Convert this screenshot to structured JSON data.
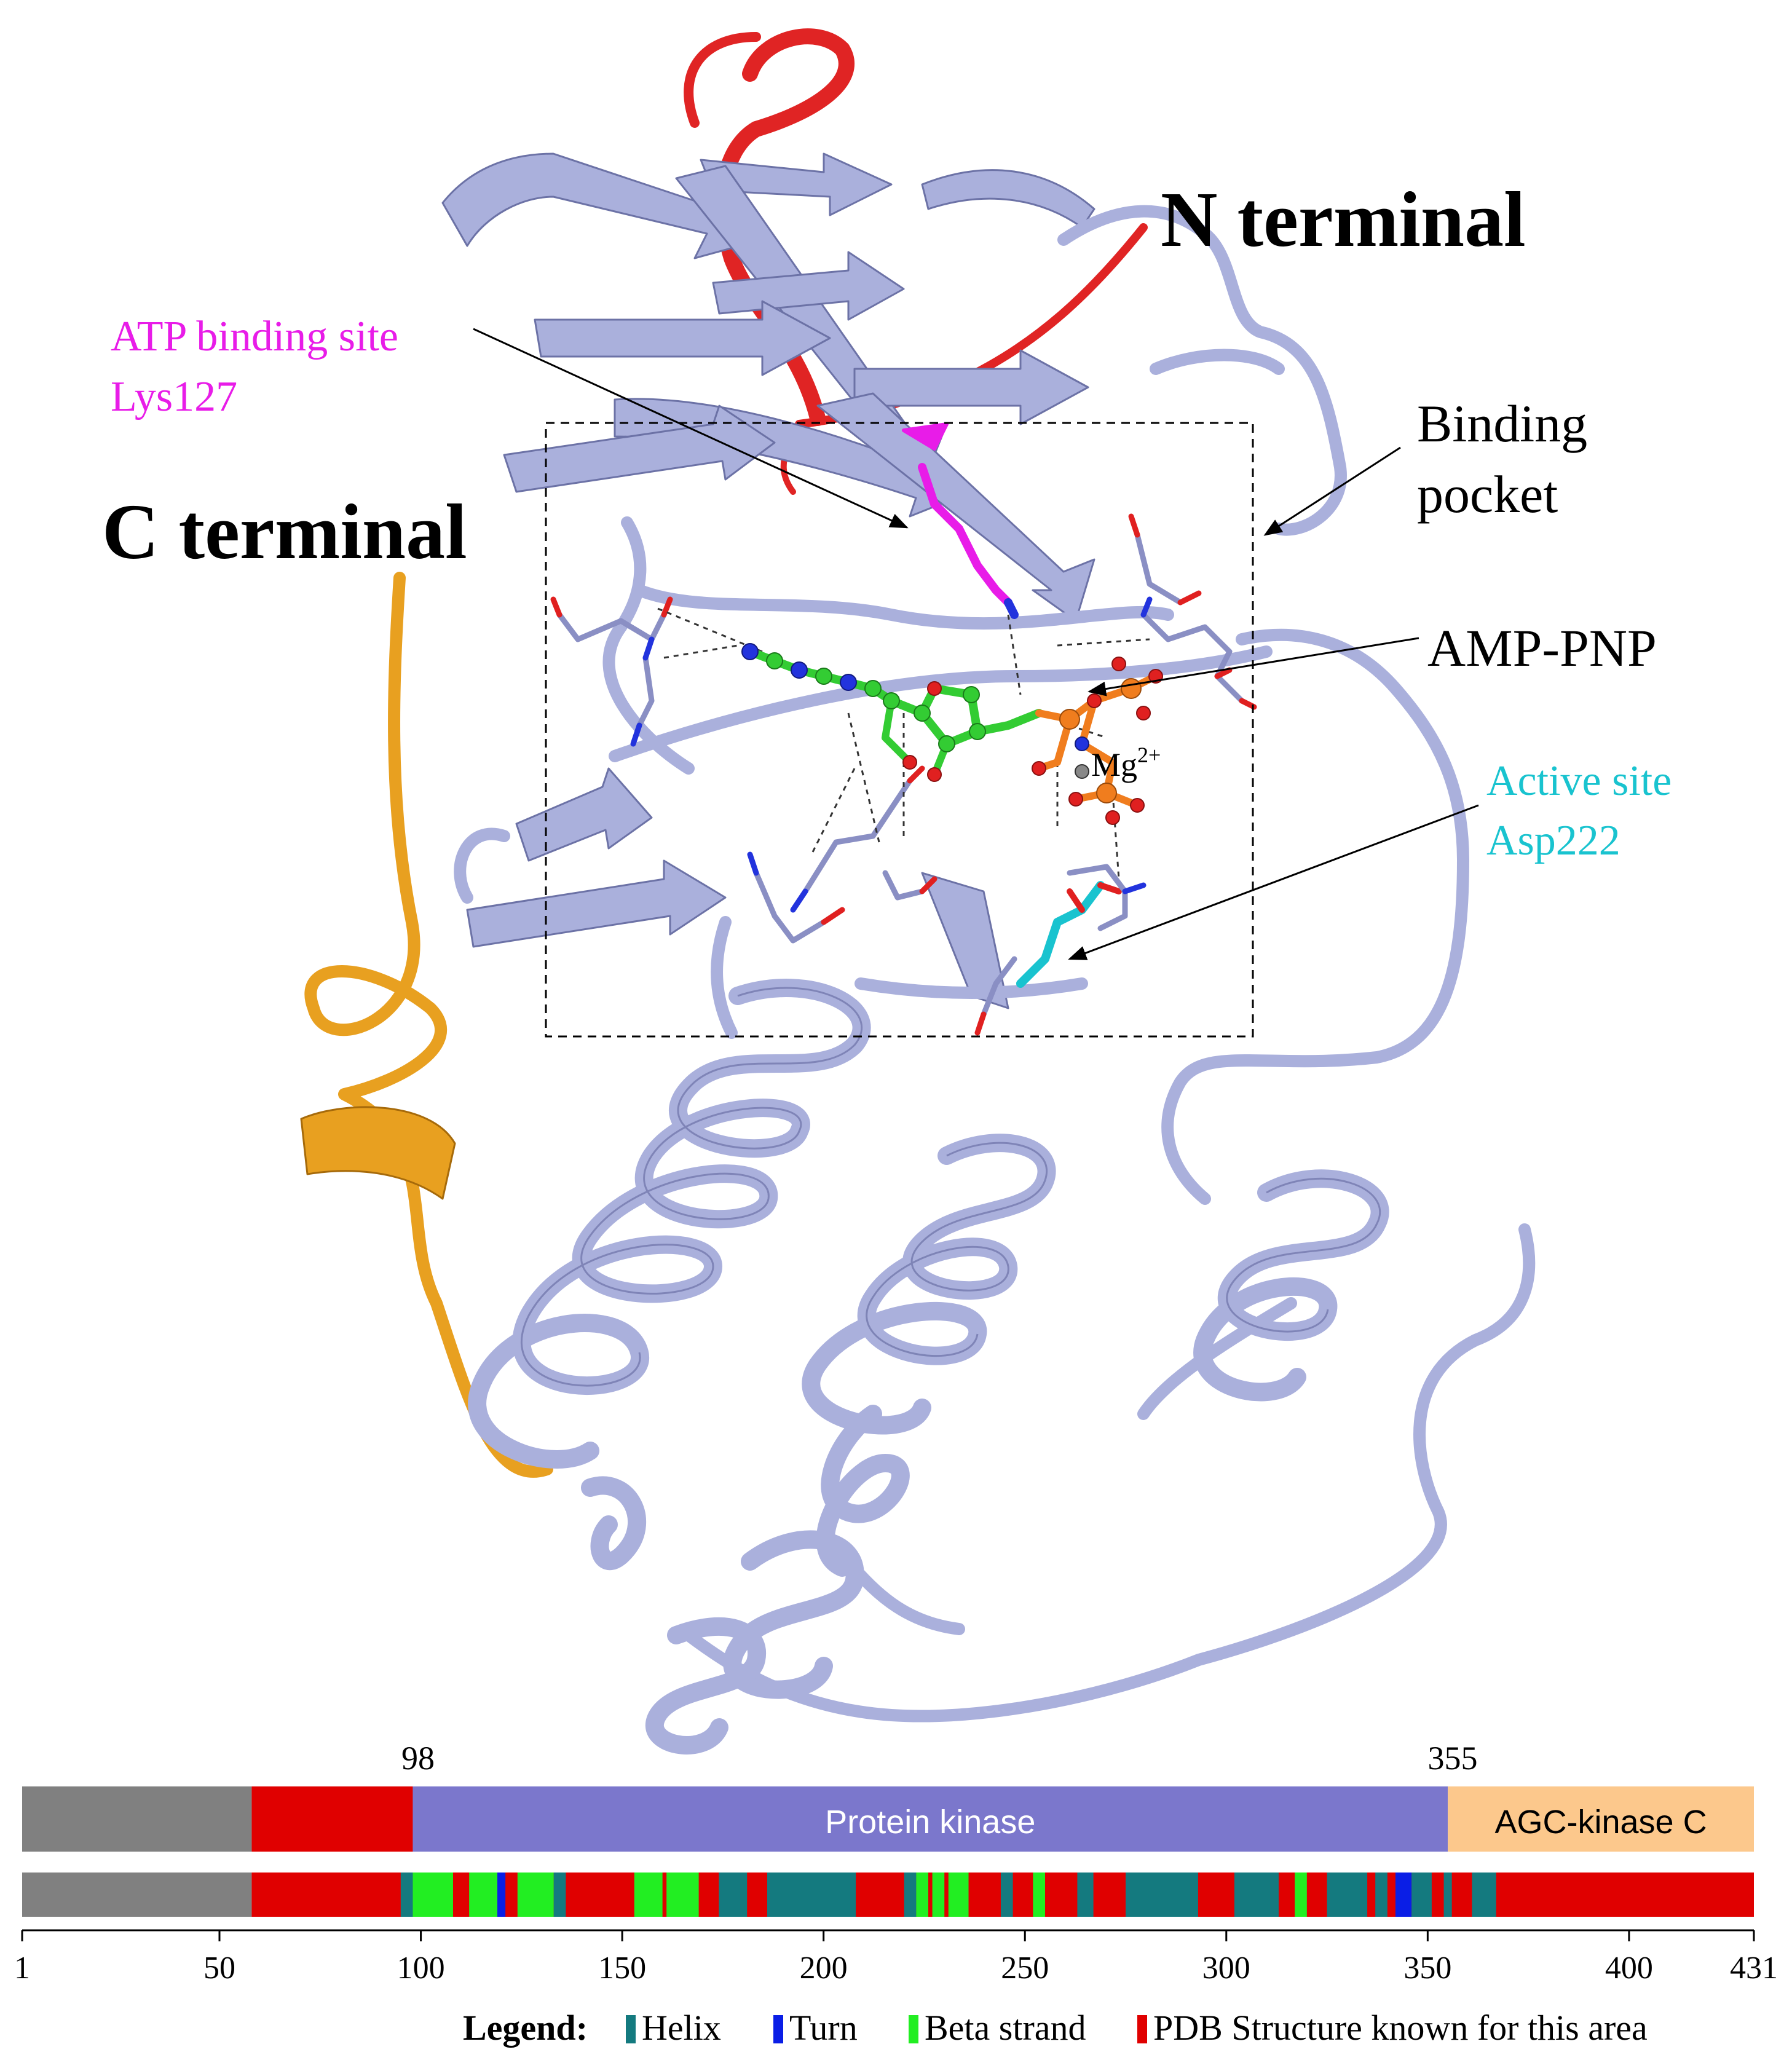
{
  "labels": {
    "n_terminal": "N terminal",
    "c_terminal": "C terminal",
    "atp_site_line1": "ATP binding site",
    "atp_site_line2": "Lys127",
    "binding_pocket_line1": "Binding",
    "binding_pocket_line2": "pocket",
    "amp_pnp": "AMP-PNP",
    "mg_base": "Mg",
    "mg_charge": "2+",
    "active_site_line1": "Active site",
    "active_site_line2": "Asp222"
  },
  "colors": {
    "protein": "#aab0dc",
    "n_terminal": "#e02424",
    "c_terminal": "#e8a020",
    "atp_site": "#e81ce8",
    "active_site": "#19c3cf",
    "ligand_carbon": "#33cc33",
    "phosphate": "#f07d1e",
    "nitrogen": "#2233dd",
    "oxygen": "#e02020",
    "domain_gray": "#808080",
    "domain_red": "#e00000",
    "protein_kinase": "#7b77cc",
    "agc_kinase": "#fcc88c",
    "helix": "#147a7f",
    "turn": "#0a1ee6",
    "beta": "#22ee22"
  },
  "domain_track": {
    "start_labels": {
      "left": "98",
      "right": "355"
    },
    "segments": [
      {
        "from": 1,
        "to": 58,
        "kind": "unannotated",
        "label": ""
      },
      {
        "from": 58,
        "to": 98,
        "kind": "pdb",
        "label": ""
      },
      {
        "from": 98,
        "to": 355,
        "kind": "protein-kinase",
        "label": "Protein  kinase"
      },
      {
        "from": 355,
        "to": 431,
        "kind": "agc",
        "label": "AGC-kinase  C"
      }
    ]
  },
  "secondary_track": {
    "range": [
      1,
      431
    ],
    "segments": [
      {
        "from": 1,
        "to": 58,
        "kind": "unannotated"
      },
      {
        "from": 58,
        "to": 431,
        "kind": "pdb"
      },
      {
        "from": 95,
        "to": 98,
        "kind": "helix"
      },
      {
        "from": 98,
        "to": 108,
        "kind": "beta"
      },
      {
        "from": 112,
        "to": 119,
        "kind": "beta"
      },
      {
        "from": 119,
        "to": 121,
        "kind": "turn"
      },
      {
        "from": 124,
        "to": 133,
        "kind": "beta"
      },
      {
        "from": 133,
        "to": 136,
        "kind": "helix"
      },
      {
        "from": 153,
        "to": 160,
        "kind": "beta"
      },
      {
        "from": 161,
        "to": 169,
        "kind": "beta"
      },
      {
        "from": 174,
        "to": 181,
        "kind": "helix"
      },
      {
        "from": 186,
        "to": 208,
        "kind": "helix"
      },
      {
        "from": 220,
        "to": 223,
        "kind": "helix"
      },
      {
        "from": 223,
        "to": 226,
        "kind": "beta"
      },
      {
        "from": 227,
        "to": 230,
        "kind": "beta"
      },
      {
        "from": 231,
        "to": 236,
        "kind": "beta"
      },
      {
        "from": 244,
        "to": 247,
        "kind": "helix"
      },
      {
        "from": 252,
        "to": 255,
        "kind": "beta"
      },
      {
        "from": 263,
        "to": 267,
        "kind": "helix"
      },
      {
        "from": 275,
        "to": 293,
        "kind": "helix"
      },
      {
        "from": 302,
        "to": 313,
        "kind": "helix"
      },
      {
        "from": 317,
        "to": 320,
        "kind": "beta"
      },
      {
        "from": 325,
        "to": 335,
        "kind": "helix"
      },
      {
        "from": 337,
        "to": 340,
        "kind": "helix"
      },
      {
        "from": 342,
        "to": 346,
        "kind": "turn"
      },
      {
        "from": 346,
        "to": 351,
        "kind": "helix"
      },
      {
        "from": 354,
        "to": 356,
        "kind": "helix"
      },
      {
        "from": 361,
        "to": 367,
        "kind": "helix"
      }
    ]
  },
  "axis": {
    "ticks": [
      1,
      50,
      100,
      150,
      200,
      250,
      300,
      350,
      400,
      431
    ]
  },
  "legend": {
    "title": "Legend",
    "items": [
      {
        "label": "Helix",
        "kind": "helix"
      },
      {
        "label": "Turn",
        "kind": "turn"
      },
      {
        "label": "Beta strand",
        "kind": "beta"
      },
      {
        "label": "PDB Structure known for this area",
        "kind": "pdb"
      }
    ]
  }
}
